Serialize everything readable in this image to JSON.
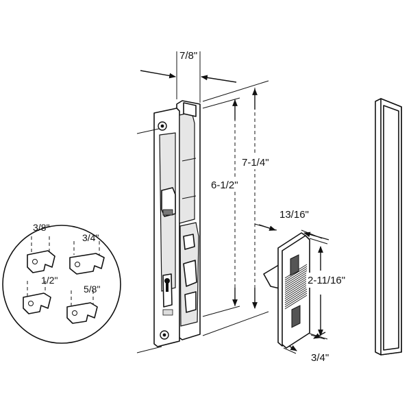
{
  "dimensions": {
    "width_top": "7/8\"",
    "height_overall": "7-1/4\"",
    "height_hole_spacing": "6-1/2\"",
    "keeper_width": "13/16\"",
    "keeper_height": "2-11/16\"",
    "keeper_depth": "3/4\""
  },
  "hook_options": [
    {
      "label": "3/8\""
    },
    {
      "label": "3/4\""
    },
    {
      "label": "1/2\""
    },
    {
      "label": "5/8\""
    }
  ]
}
